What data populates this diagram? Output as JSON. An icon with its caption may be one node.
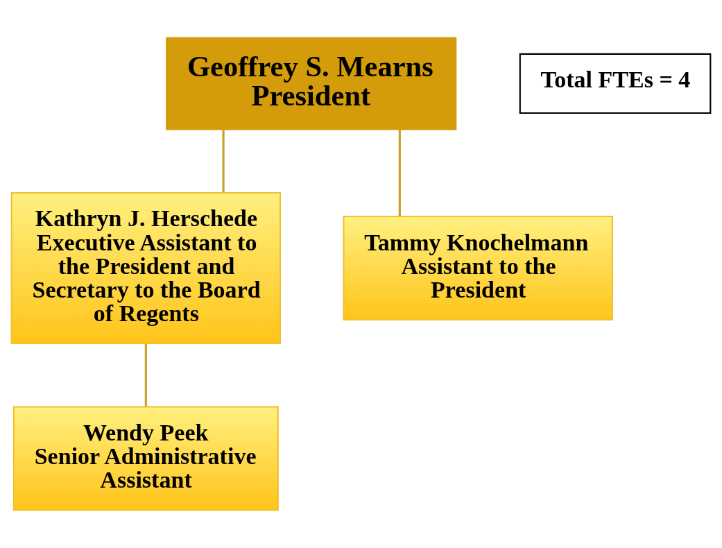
{
  "diagram": {
    "nodes": [
      {
        "text": [
          "Geoffrey S. Mearns",
          "President"
        ]
      },
      {
        "text": [
          "Kathryn J. Herschede",
          "Executive Assistant to the President and Secretary to the Board of Regents"
        ]
      },
      {
        "text": [
          "Tammy Knochelmann",
          "Assistant to the President"
        ]
      },
      {
        "text": [
          "Wendy Peek",
          "Senior Administrative Assistant"
        ]
      },
      {
        "text": [
          "Total FTEs = 4"
        ]
      }
    ],
    "edges": [
      {
        "from": 0,
        "to": 1,
        "arrow": "none"
      },
      {
        "from": 0,
        "to": 2,
        "arrow": "none"
      },
      {
        "from": 1,
        "to": 3,
        "arrow": "none"
      }
    ]
  }
}
